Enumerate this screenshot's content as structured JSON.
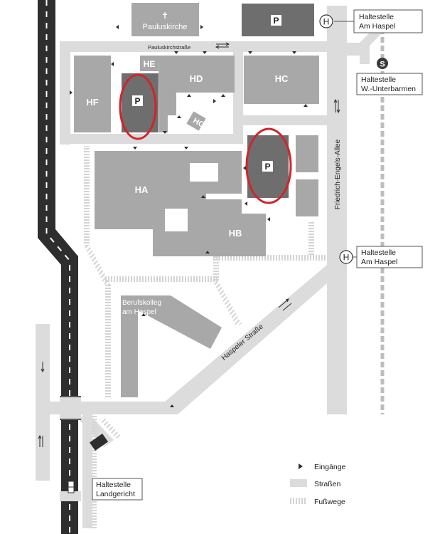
{
  "buildings": {
    "pauluskirche": "Pauluskirche",
    "pauluskirche_symbol": "✝",
    "he": "HE",
    "hd": "HD",
    "hc": "HC",
    "hf": "HF",
    "hg": "HG",
    "ha": "HA",
    "hb": "HB",
    "berufskolleg_line1": "Berufskolleg",
    "berufskolleg_line2": "am Haspel"
  },
  "parking": {
    "symbol": "P"
  },
  "streets": {
    "pauluskirchstrasse": "Pauluskirchstraße",
    "friedrich_engels_allee": "Friedrich-Engels-Allee",
    "haspeler_strasse": "Haspeler Straße"
  },
  "stops": {
    "h_symbol": "H",
    "s_symbol": "S",
    "top_h_line1": "Haltestelle",
    "top_h_line2": "Am Haspel",
    "s_line1": "Haltestelle",
    "s_line2": "W.-Unterbarmen",
    "mid_h_line1": "Haltestelle",
    "mid_h_line2": "Am Haspel",
    "landgericht_line1": "Haltestelle",
    "landgericht_line2": "Landgericht"
  },
  "legend": {
    "entrances": "Eingänge",
    "streets": "Straßen",
    "footpaths": "Fußwege"
  },
  "colors": {
    "building": "#a8a8a8",
    "parking_dark": "#6e6e6e",
    "street": "#dcdcdc",
    "highway": "#2e2e2e",
    "highlight": "#d2232a"
  }
}
